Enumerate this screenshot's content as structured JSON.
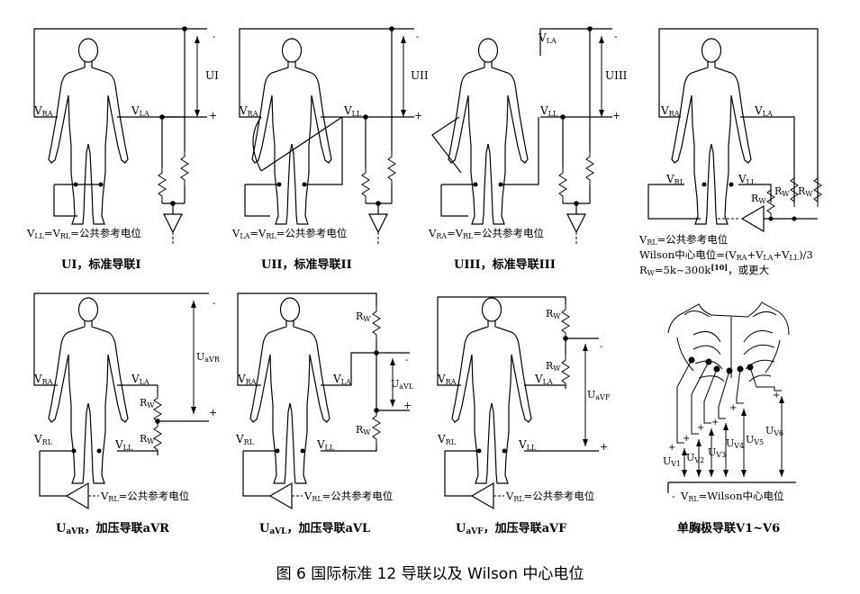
{
  "caption": "图 6 国际标准 12 导联以及 Wilson 中心电位",
  "panels": {
    "ui": {
      "eq_pre": "V",
      "eq_s1": "LL",
      "eq_mid": "=V",
      "eq_s2": "RL",
      "eq_post": "=公共参考电位",
      "title_a": "UI，",
      "title_b": "标准导联I",
      "lead": "UI",
      "lbl_ra": "V",
      "lbl_ra_sub": "RA",
      "lbl_la": "V",
      "lbl_la_sub": "LA"
    },
    "uii": {
      "eq_pre": "V",
      "eq_s1": "LA",
      "eq_mid": "=V",
      "eq_s2": "RL",
      "eq_post": "=公共参考电位",
      "title_a": "UII，",
      "title_b": "标准导联II",
      "lead": "UII",
      "lbl_ra": "V",
      "lbl_ra_sub": "RA",
      "lbl_ll": "V",
      "lbl_ll_sub": "LL"
    },
    "uiii": {
      "eq_pre": "V",
      "eq_s1": "RA",
      "eq_mid": "=V",
      "eq_s2": "RL",
      "eq_post": "=公共参考电位",
      "title_a": "UIII，",
      "title_b": "标准导联III",
      "lead": "UIII",
      "lbl_la": "V",
      "lbl_la_sub": "LA",
      "lbl_ll": "V",
      "lbl_ll_sub": "LL"
    },
    "wilson": {
      "line1_a": "V",
      "line1_s": "RL",
      "line1_b": "=公共参考电位",
      "line2": "Wilson中心电位=(V",
      "line2_s1": "RA",
      "line2_b": "+V",
      "line2_s2": "LA",
      "line2_c": "+V",
      "line2_s3": "LL",
      "line2_d": ")/3",
      "line3_a": "R",
      "line3_s": "W",
      "line3_b": "=5k~300k",
      "line3_ref": "[10]",
      "line3_c": "，或更大",
      "lbl_rl": "V",
      "lbl_rl_sub": "RL",
      "lbl_ll": "V",
      "lbl_ll_sub": "LL"
    },
    "avr": {
      "title_a": "U",
      "title_s": "aVR",
      "title_b": "，加压导联aVR",
      "lead": "U",
      "lead_s": "aVR"
    },
    "avl": {
      "title_a": "U",
      "title_s": "aVL",
      "title_b": "，加压导联aVL",
      "lead": "U",
      "lead_s": "aVL"
    },
    "avf": {
      "title_a": "U",
      "title_s": "aVF",
      "title_b": "，加压导联aVF",
      "lead": "U",
      "lead_s": "aVF"
    },
    "chest": {
      "title": "单胸极导联V1~V6",
      "ref": "V",
      "ref_s": "RL",
      "ref_b": "=Wilson中心电位",
      "leads": [
        "V1",
        "V2",
        "V3",
        "V4",
        "V5",
        "V6"
      ]
    }
  },
  "common": {
    "plus": "+",
    "minus": "-",
    "rw": "R",
    "rw_s": "W",
    "v": "V",
    "s_ra": "RA",
    "s_la": "LA",
    "s_ll": "LL",
    "s_rl": "RL",
    "ref_text": "=公共参考电位"
  }
}
